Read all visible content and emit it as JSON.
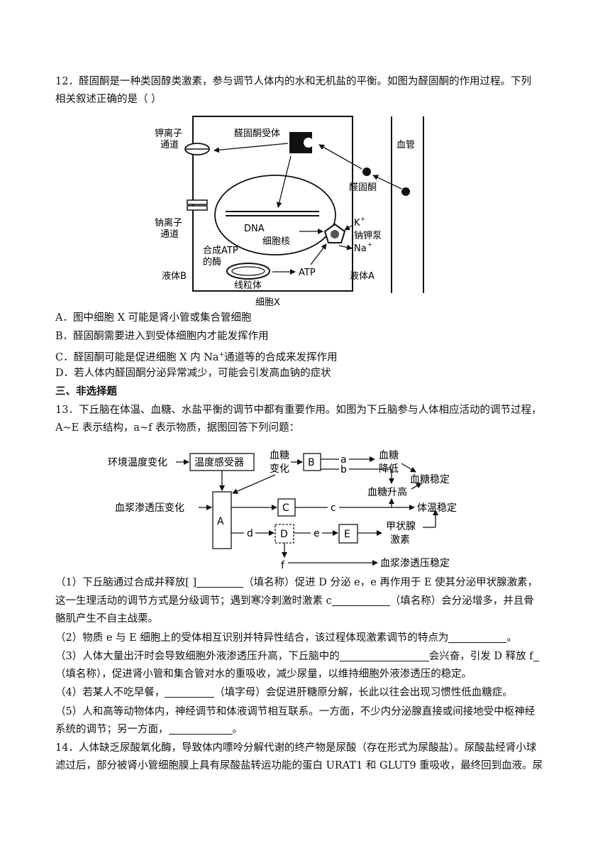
{
  "q12": {
    "stem_line1": "12．醛固酮是一种类固醇类激素，参与调节人体内的水和无机盐的平衡。如图为醛固酮的作用过程。下列",
    "stem_line2": "相关叙述正确的是（    ）",
    "diagram": {
      "k_channel_l1": "钾离子",
      "k_channel_l2": "通道",
      "receptor": "醛固酮受体",
      "vessel": "血管",
      "aldosterone": "醛固酮",
      "na_channel_l1": "钠离子",
      "na_channel_l2": "通道",
      "dna": "DNA",
      "nucleus": "细胞核",
      "k_ion": "K",
      "na_ion": "Na",
      "plus": "+",
      "pump": "钠钾泵",
      "enzyme_l1": "合成ATP",
      "enzyme_l2": "的酶",
      "atp": "ATP",
      "fluid_b": "液体B",
      "fluid_a": "液体A",
      "mito": "线粒体",
      "cell": "细胞X"
    },
    "option_a": "A．图中细胞 X 可能是肾小管或集合管细胞",
    "option_b": "B．醛固酮需要进入到受体细胞内才能发挥作用",
    "option_c_pre": "C．醛固酮可能是促进细胞 X 内 Na",
    "option_c_sup": "+",
    "option_c_post": "通道等的合成来发挥作用",
    "option_d": "D．若人体内醛固酮分泌异常减少，可能会引发高血钠的症状"
  },
  "section3": "三、非选择题",
  "q13": {
    "stem_line1": "13．下丘脑在体温、血糖、水盐平衡的调节中都有重要作用。如图为下丘脑参与人体相应活动的调节过程，",
    "stem_line2": "A~E 表示结构，a~f 表示物质，据图回答下列问题：",
    "diagram": {
      "env_temp": "环境温度变化",
      "thermo_receptor": "温度感受器",
      "glucose_change_l1": "血糖",
      "glucose_change_l2": "变化",
      "B": "B",
      "a": "a",
      "b": "b",
      "glucose_low_l1": "血糖",
      "glucose_low_l2": "降低",
      "glucose_stable": "血糖稳定",
      "glucose_high": "血糖升高",
      "plasma_change": "血浆渗透压变化",
      "A": "A",
      "C": "C",
      "c": "c",
      "temp_stable": "体温稳定",
      "d": "d",
      "D": "D",
      "e": "e",
      "E": "E",
      "thyroid_l1": "甲状腺",
      "thyroid_l2": "激素",
      "f": "f",
      "plasma_stable": "血浆渗透压稳定"
    },
    "q1_l1_a": "（1）下丘脑通过合成并释放[ ]",
    "q1_l1_b": "（填名称）促进 D 分泌 e，e 再作用于 E 使其分泌甲状腺激素，",
    "q1_l2_a": "这一生理活动的调节方式是分级调节；遇到寒冷刺激时激素 c",
    "q1_l2_b": "（填名称）会分泌增多，并且骨",
    "q1_l3": "骼肌产生不自主战栗。",
    "q2_a": "（2）物质 e 与 E 细胞上的受体相互识别并特异性结合，该过程体现激素调节的特点为",
    "q2_b": "。",
    "q3_l1_a": "（3）人体大量出汗时会导致细胞外液渗透压升高，下丘脑中的",
    "q3_l1_b": "会兴奋，引发 D 释放 f",
    "q3_l2": "（填名称），促进肾小管和集合管对水的重吸收，减少尿量，以维持细胞外液渗透压的稳定。",
    "q4_a": "（4）若某人不吃早餐，",
    "q4_b": "（填字母）会促进肝糖原分解，长此以往会出现习惯性低血糖症。",
    "q5_l1": "（5）人和高等动物体内，神经调节和体液调节相互联系。一方面，不少内分泌腺直接或间接地受中枢神经",
    "q5_l2_a": "系统的调节；另一方面，",
    "q5_l2_b": "。"
  },
  "q14": {
    "line1": "14．人体缺乏尿酸氧化酶，导致体内嘌呤分解代谢的终产物是尿酸（存在形式为尿酸盐）。尿酸盐经肾小球",
    "line2": "滤过后，部分被肾小管细胞膜上具有尿酸盐转运功能的蛋白 URAT1 和 GLUT9 重吸收，最终回到血液。尿"
  }
}
